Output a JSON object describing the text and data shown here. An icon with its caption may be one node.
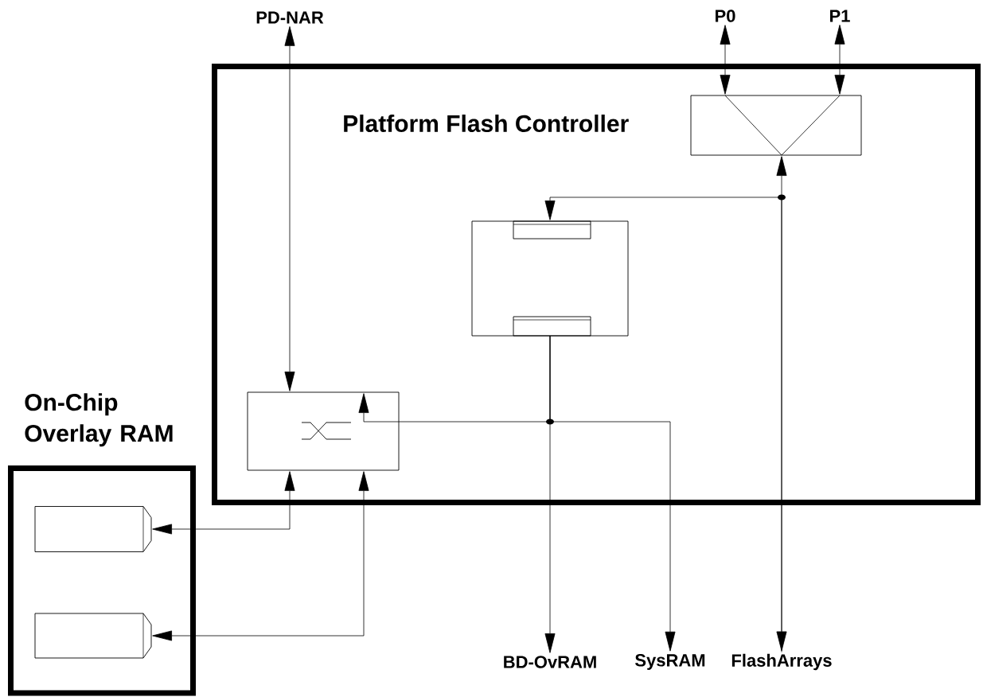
{
  "diagram": {
    "nodes": [
      {
        "text": [
          "Platform Flash Controller"
        ]
      },
      {
        "text": [
          "On-Chip Overlay RAM"
        ]
      },
      {
        "text": [],
        "shape": "box",
        "in": 0
      },
      {
        "text": [],
        "shape": "box",
        "in": 0
      },
      {
        "text": [],
        "shape": "box",
        "in": 0
      },
      {
        "text": [],
        "shape": "box",
        "in": 1
      },
      {
        "text": [],
        "shape": "box",
        "in": 1
      },
      {
        "text": [
          "PD-NAR"
        ]
      },
      {
        "text": [
          "P0"
        ]
      },
      {
        "text": [
          "P1"
        ]
      },
      {
        "text": [
          "BD-OvRAM"
        ]
      },
      {
        "text": [
          "SysRAM"
        ]
      },
      {
        "text": [
          "FlashArrays"
        ]
      }
    ],
    "edges": [
      {
        "from": 7,
        "to": 4,
        "arrow": "both"
      },
      {
        "from": 8,
        "to": 2,
        "arrow": "both"
      },
      {
        "from": 9,
        "to": 2,
        "arrow": "both"
      },
      {
        "from": 12,
        "to": 2,
        "arrow": "both"
      },
      {
        "from": 12,
        "to": 3,
        "arrow": "to"
      },
      {
        "from": 3,
        "to": 10,
        "arrow": "to"
      },
      {
        "from": 3,
        "to": 4,
        "arrow": "to"
      },
      {
        "from": 3,
        "to": 11,
        "arrow": "to"
      },
      {
        "from": 4,
        "to": 5,
        "arrow": "both"
      },
      {
        "from": 4,
        "to": 6,
        "arrow": "both"
      }
    ]
  }
}
